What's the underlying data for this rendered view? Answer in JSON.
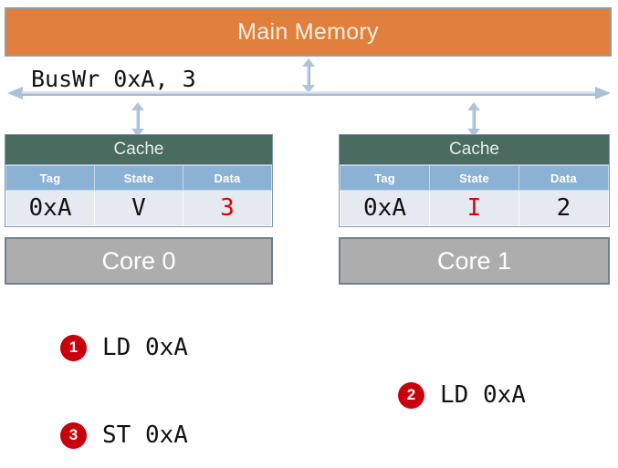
{
  "diagram": {
    "memory": {
      "label": "Main Memory"
    },
    "bus": {
      "label": "BusWr 0xA, 3"
    },
    "columns": [
      "Tag",
      "State",
      "Data"
    ],
    "nodes": [
      {
        "cache_title": "Cache",
        "row": {
          "tag": "0xA",
          "state": "V",
          "data": "3"
        },
        "state_accent": false,
        "data_accent": true,
        "core_label": "Core 0"
      },
      {
        "cache_title": "Cache",
        "row": {
          "tag": "0xA",
          "state": "I",
          "data": "2"
        },
        "state_accent": true,
        "data_accent": false,
        "core_label": "Core 1"
      }
    ],
    "instructions": [
      {
        "number": "1",
        "text": "LD 0xA"
      },
      {
        "number": "2",
        "text": "LD 0xA"
      },
      {
        "number": "3",
        "text": "ST 0xA"
      }
    ],
    "colors": {
      "memory_fill": "#E0803C",
      "cache_header": "#4A6B60",
      "column_header": "#8BB2D4",
      "core_fill": "#ADADAD",
      "badge": "#C8000E",
      "accent_text": "#E00000",
      "bus_arrow": "#A9C1D9"
    }
  }
}
